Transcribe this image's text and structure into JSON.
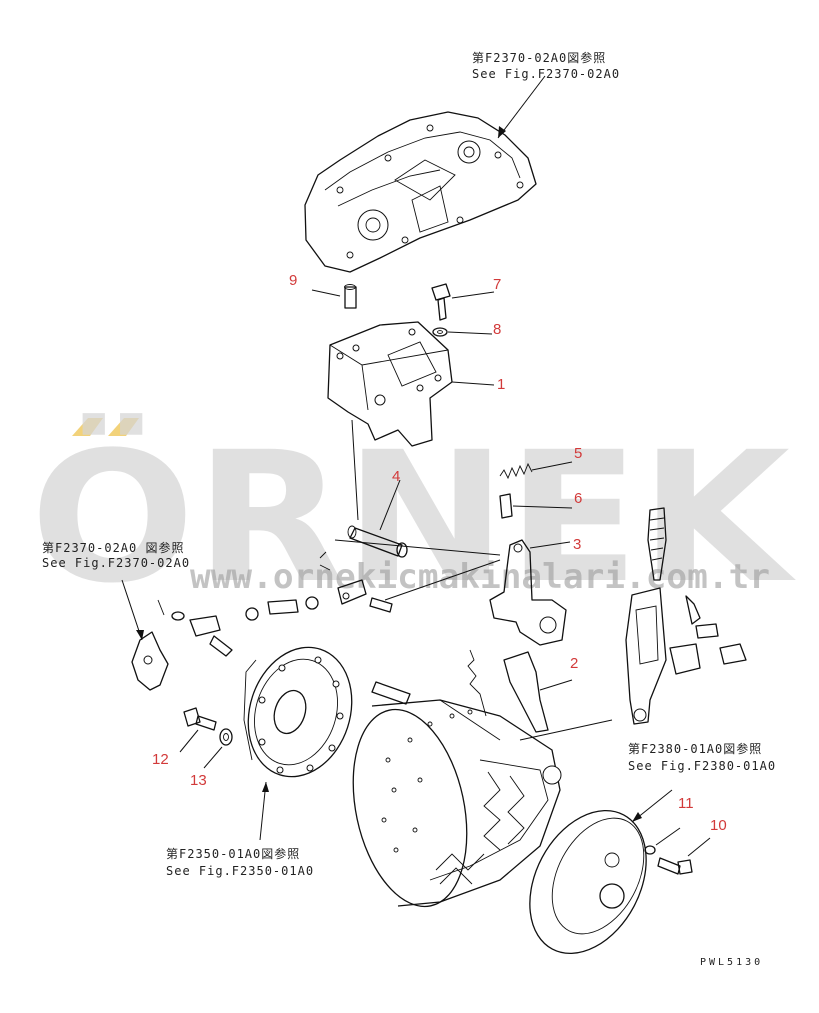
{
  "callouts": [
    {
      "number": "1"
    },
    {
      "number": "2"
    },
    {
      "number": "3"
    },
    {
      "number": "4"
    },
    {
      "number": "5"
    },
    {
      "number": "6"
    },
    {
      "number": "7"
    },
    {
      "number": "8"
    },
    {
      "number": "9"
    },
    {
      "number": "10"
    },
    {
      "number": "11"
    },
    {
      "number": "12"
    },
    {
      "number": "13"
    }
  ],
  "references": {
    "top": {
      "line1": "第F2370-02A0図参照",
      "line2": "See Fig.F2370-02A0"
    },
    "left": {
      "line1": "第F2370-02A0 図参照",
      "line2": "See Fig.F2370-02A0"
    },
    "right": {
      "line1": "第F2380-01A0図参照",
      "line2": "See Fig.F2380-01A0"
    },
    "bottom": {
      "line1": "第F2350-01A0図参照",
      "line2": "See Fig.F2350-01A0"
    }
  },
  "drawing_code": "PWL5130",
  "watermark": {
    "brand": "ÖRNEK",
    "url": "www.ornekicmakinalari.com.tr",
    "accent_color": "#f2d27a"
  },
  "colors": {
    "callout": "#d23a3a",
    "line": "#111111",
    "watermark": "#d4d4d4"
  }
}
